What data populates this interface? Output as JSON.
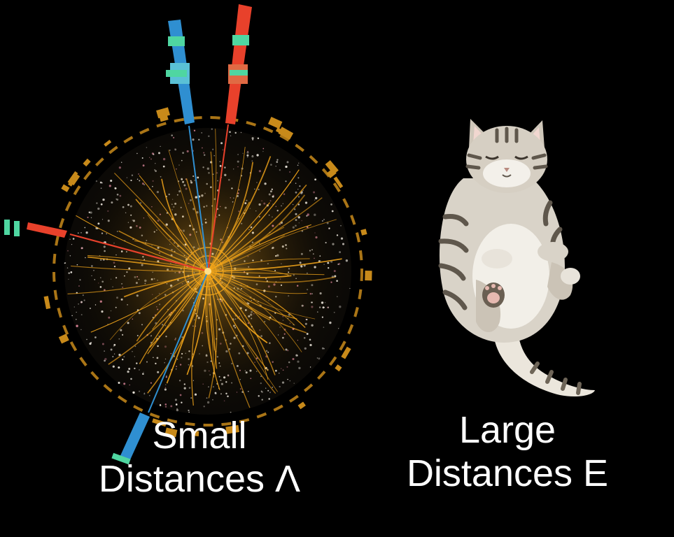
{
  "captions": {
    "left": {
      "line1": "Small",
      "line2": "Distances Λ"
    },
    "right": {
      "line1": "Large",
      "line2": "Distances E"
    }
  },
  "illustrations": {
    "left": "particle-collision-event-display",
    "right": "tabby-cat-lying-on-back"
  },
  "colors": {
    "background": "#000000",
    "tracks": "#f2a51a",
    "electron_track": "#e8412b",
    "muon_track": "#2f8fd1",
    "calorimeter_hits": "#4fd6a1",
    "text": "#ffffff"
  }
}
